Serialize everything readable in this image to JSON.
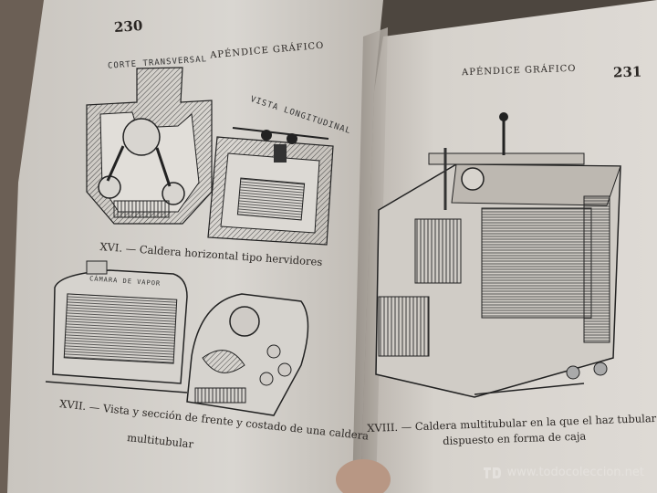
{
  "left_page": {
    "page_number": "230",
    "header": "APÉNDICE GRÁFICO",
    "figure_labels": {
      "corte_transversal": "CORTE TRANSVERSAL",
      "vista_longitudinal": "VISTA LONGITUDINAL",
      "camara_de_vapor": "CÁMARA DE VAPOR"
    },
    "caption_xvi": "XVI. — Caldera horizontal tipo hervidores",
    "caption_xvii_line1": "XVII. — Vista y sección de frente y costado de una caldera",
    "caption_xvii_line2": "multitubular"
  },
  "right_page": {
    "page_number": "231",
    "header": "APÉNDICE GRÁFICO",
    "caption_xviii_line1": "XVIII. — Caldera multitubular en la que el haz tubular está",
    "caption_xviii_line2": "dispuesto en forma de caja"
  },
  "watermark": {
    "text": "www.todocoleccion.net",
    "icon": "todocoleccion-logo-icon"
  }
}
